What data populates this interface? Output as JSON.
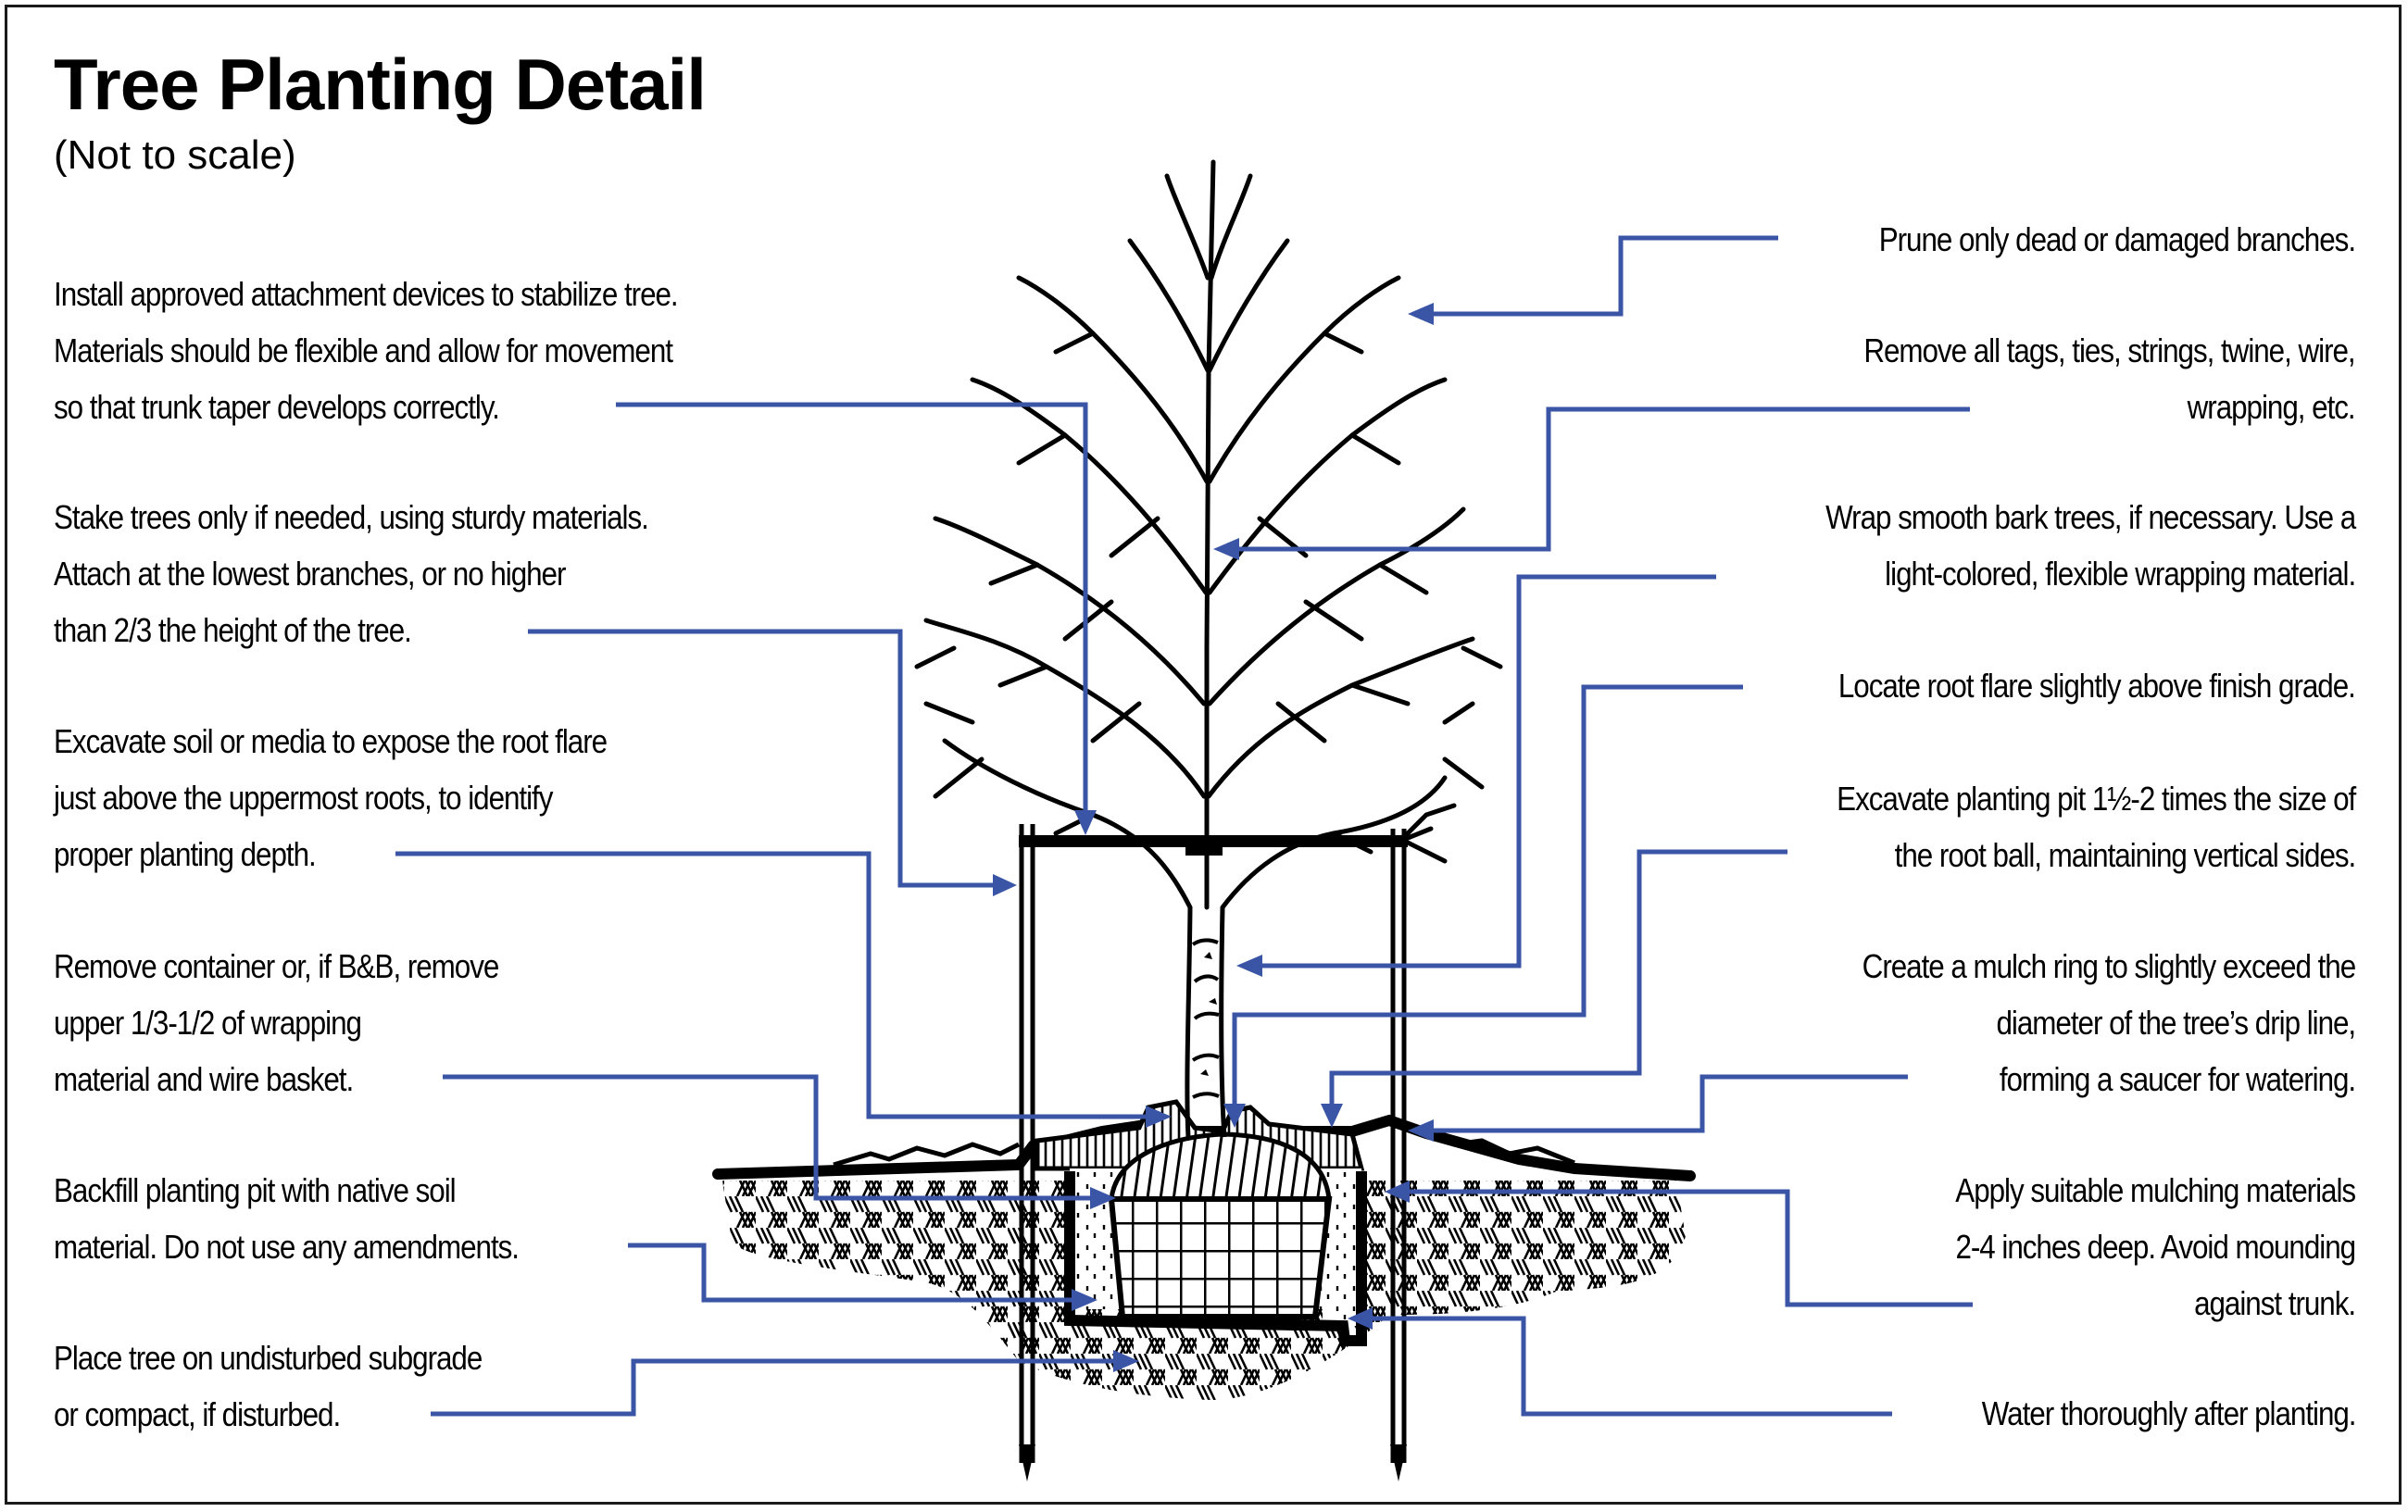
{
  "header": {
    "title": "Tree Planting Detail",
    "subtitle": "(Not to scale)"
  },
  "colors": {
    "leader_line": "#3a55a5",
    "ink": "#000000",
    "background": "#ffffff"
  },
  "left_notes": [
    {
      "id": "attachment-devices",
      "text": "Install approved attachment devices to stabilize tree.\nMaterials should be flexible and allow for movement\nso that trunk taper develops correctly."
    },
    {
      "id": "stake-trees",
      "text": "Stake trees only if needed, using sturdy materials.\nAttach at the lowest branches, or no higher\nthan 2/3 the height of the tree."
    },
    {
      "id": "expose-root-flare",
      "text": "Excavate soil or media to expose the root flare\njust above the uppermost roots, to identify\nproper planting depth."
    },
    {
      "id": "remove-container",
      "text": "Remove container or, if B&B, remove\nupper 1/3-1/2 of wrapping\nmaterial and wire basket."
    },
    {
      "id": "backfill",
      "text": "Backfill planting pit with native soil\nmaterial. Do not use any amendments."
    },
    {
      "id": "undisturbed-subgrade",
      "text": "Place tree on undisturbed subgrade\nor compact, if disturbed."
    }
  ],
  "right_notes": [
    {
      "id": "prune",
      "text": "Prune only dead or damaged branches."
    },
    {
      "id": "remove-tags",
      "text": "Remove all tags, ties, strings, twine, wire,\nwrapping, etc."
    },
    {
      "id": "wrap-bark",
      "text": "Wrap smooth bark trees, if necessary. Use a\nlight-colored, flexible wrapping material."
    },
    {
      "id": "root-flare",
      "text": "Locate root flare slightly above finish grade."
    },
    {
      "id": "excavate-pit",
      "text": "Excavate planting pit 1½-2 times the size of\nthe root ball, maintaining vertical sides."
    },
    {
      "id": "mulch-ring",
      "text": "Create a mulch ring to slightly exceed the\ndiameter of the tree’s drip line,\nforming a saucer for watering."
    },
    {
      "id": "mulch-depth",
      "text": "Apply suitable mulching materials\n2-4 inches deep. Avoid mounding\nagainst trunk."
    },
    {
      "id": "water",
      "text": "Water thoroughly after planting."
    }
  ]
}
